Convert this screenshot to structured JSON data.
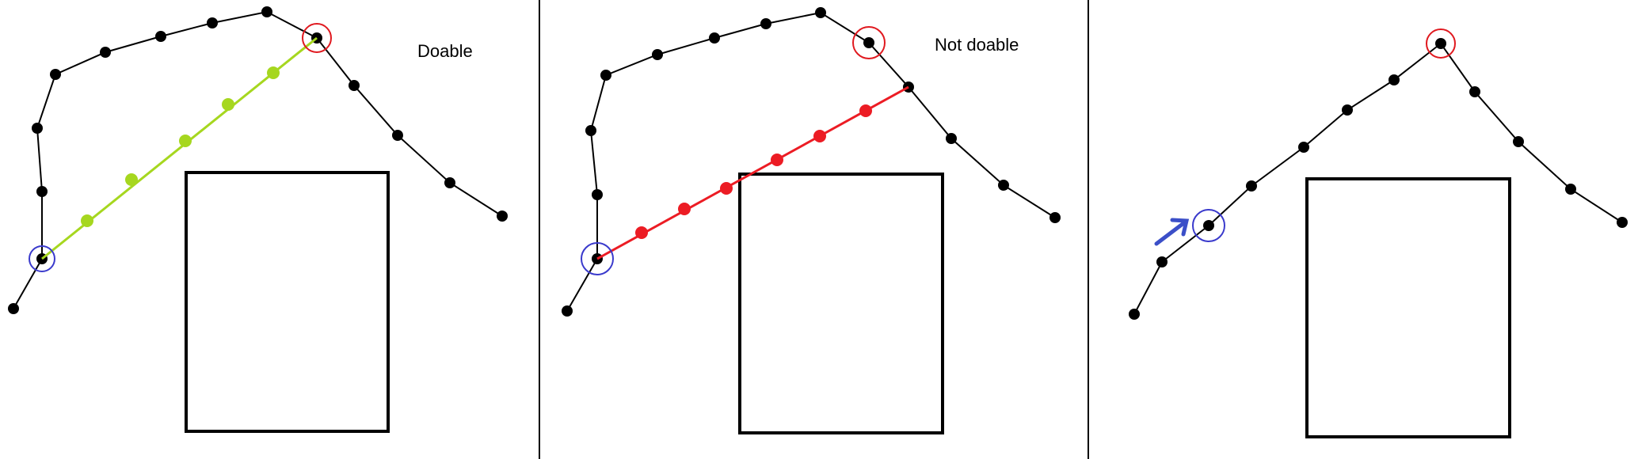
{
  "colors": {
    "background": "#ffffff",
    "path": "#000000",
    "node": "#000000",
    "start_marker": "#3a3acc",
    "end_marker": "#e0191f",
    "doable_shortcut": "#a6d71f",
    "blocked_shortcut": "#ec1c24",
    "arrow": "#3b4fc8",
    "obstacle": "#000000",
    "divider": "#000000"
  },
  "panels": [
    {
      "label": "Doable",
      "shortcut_status": "doable",
      "has_shortcut": true,
      "has_arrow": false
    },
    {
      "label": "Not doable",
      "shortcut_status": "not doable",
      "has_shortcut": true,
      "has_arrow": false
    },
    {
      "label": "",
      "shortcut_status": "result",
      "has_shortcut": false,
      "has_arrow": true
    }
  ]
}
